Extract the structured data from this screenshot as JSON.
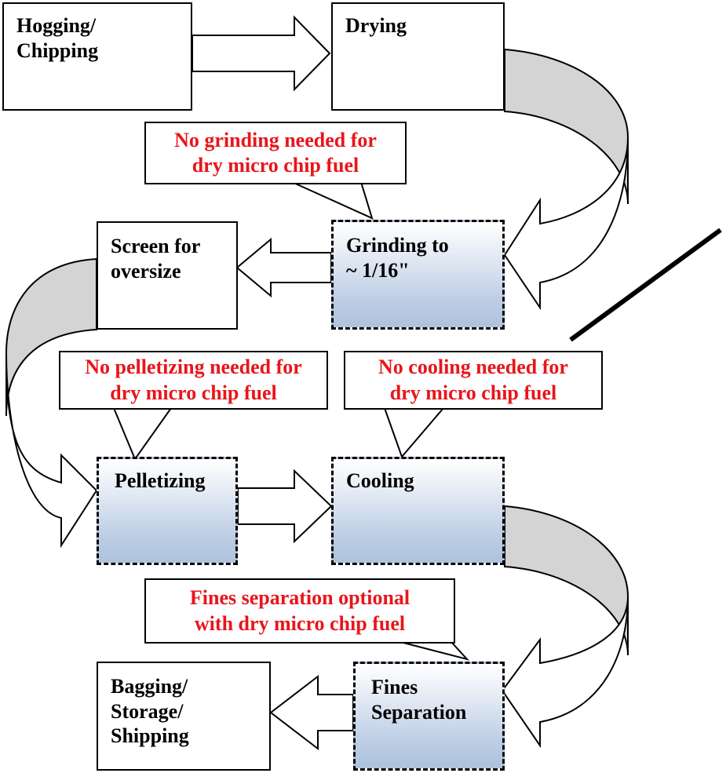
{
  "colors": {
    "note_text": "#e8151b",
    "optional_fill_top": "#ffffff",
    "optional_fill_bottom": "#aec2dd",
    "curved_arrow_side": "#d4d4d4",
    "outline": "#000000"
  },
  "steps": {
    "hogging": "Hogging/\nChipping",
    "drying": "Drying",
    "grinding": "Grinding to\n~ 1/16\"",
    "screen": "Screen for\noversize",
    "pelletizing": "Pelletizing",
    "cooling": "Cooling",
    "fines": "Fines\nSeparation",
    "bagging": "Bagging/\nStorage/\nShipping"
  },
  "notes": {
    "grinding": "No grinding needed for\ndry micro chip fuel",
    "pelletizing": "No pelletizing needed for\ndry micro chip fuel",
    "cooling": "No cooling needed for\ndry micro chip fuel",
    "fines": "Fines separation optional\nwith dry micro chip fuel"
  }
}
